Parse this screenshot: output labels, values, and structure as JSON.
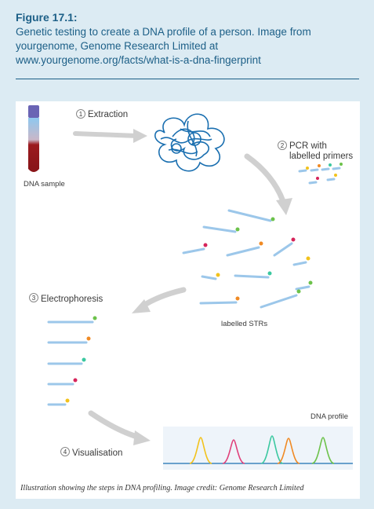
{
  "caption": {
    "title": "Figure 17.1:",
    "text": "Genetic testing to create a DNA profile of a person. Image from yourgenome, Genome Research Limited at www.yourgenome.org/facts/what-is-a-dna-fingerprint"
  },
  "diagram": {
    "steps": [
      {
        "number": "1",
        "label": "Extraction"
      },
      {
        "number": "2",
        "label_line1": "PCR with",
        "label_line2": "labelled primers"
      },
      {
        "number": "3",
        "label": "Electrophoresis"
      },
      {
        "number": "4",
        "label": "Visualisation"
      }
    ],
    "dna_sample_label": "DNA sample",
    "labelled_strs_label": "labelled STRs",
    "dna_profile_label": "DNA profile",
    "footnote": "Illustration showing the steps in DNA profiling. Image credit: Genome Research Limited",
    "colors": {
      "strand": "#9cc7ea",
      "arrow": "#cfcfcf",
      "green": "#6cc24a",
      "red": "#d6245a",
      "orange": "#f08a24",
      "yellow": "#f2c21b",
      "pink": "#e0407a",
      "teal": "#3bc8a0",
      "tube_cap": "#6a64b4",
      "tube_blood": "#9c1b1f",
      "dna_blob": "#1a6fb0",
      "profile_bg": "#eef4fa"
    }
  }
}
